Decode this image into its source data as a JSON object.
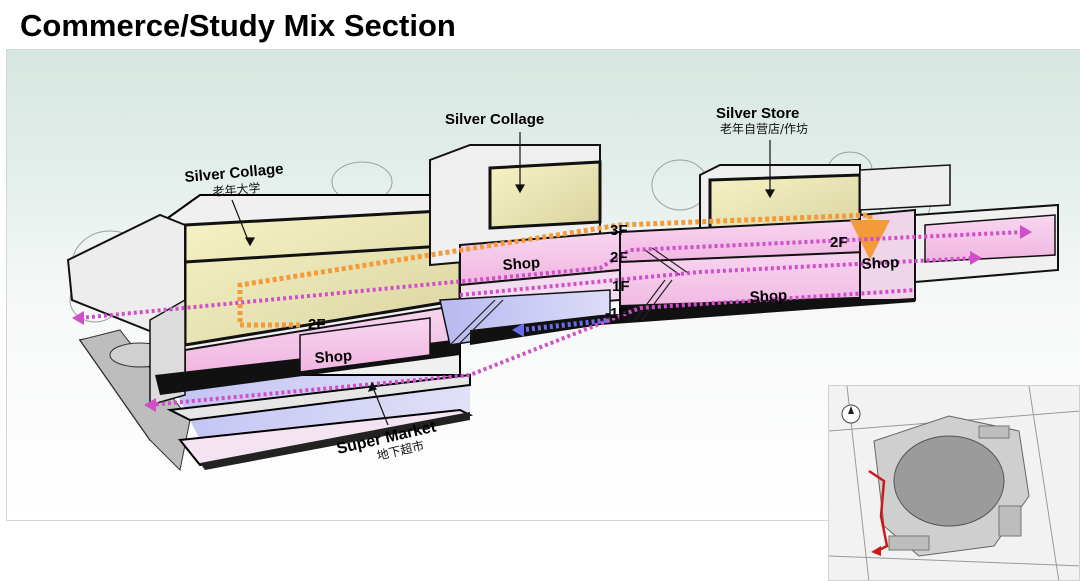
{
  "header": {
    "title": "Commerce/Study Mix Section"
  },
  "labels": {
    "silver_collage_left": "Silver Collage",
    "silver_collage_left_cn": "老年大学",
    "silver_collage_center": "Silver Collage",
    "silver_store": "Silver Store",
    "silver_store_cn": "老年自营店/作坊",
    "super_market": "Super Market",
    "super_market_cn": "地下超市"
  },
  "shops": [
    "Shop",
    "Shop",
    "Shop",
    "Shop"
  ],
  "floors": [
    "3F",
    "2F",
    "1F",
    "-1F",
    "2F",
    "2F"
  ],
  "colors": {
    "circulation_orange": "#f39a3a",
    "circulation_magenta": "#d04ec8",
    "circulation_blue": "#6b6ee8",
    "shop_pink": "#f6c9ea",
    "classroom_yellow": "#f3efb0",
    "route_red": "#cc1a1a"
  },
  "icons": [
    "arrow-left-icon",
    "arrow-right-icon",
    "escalator-icon",
    "compass-icon"
  ]
}
